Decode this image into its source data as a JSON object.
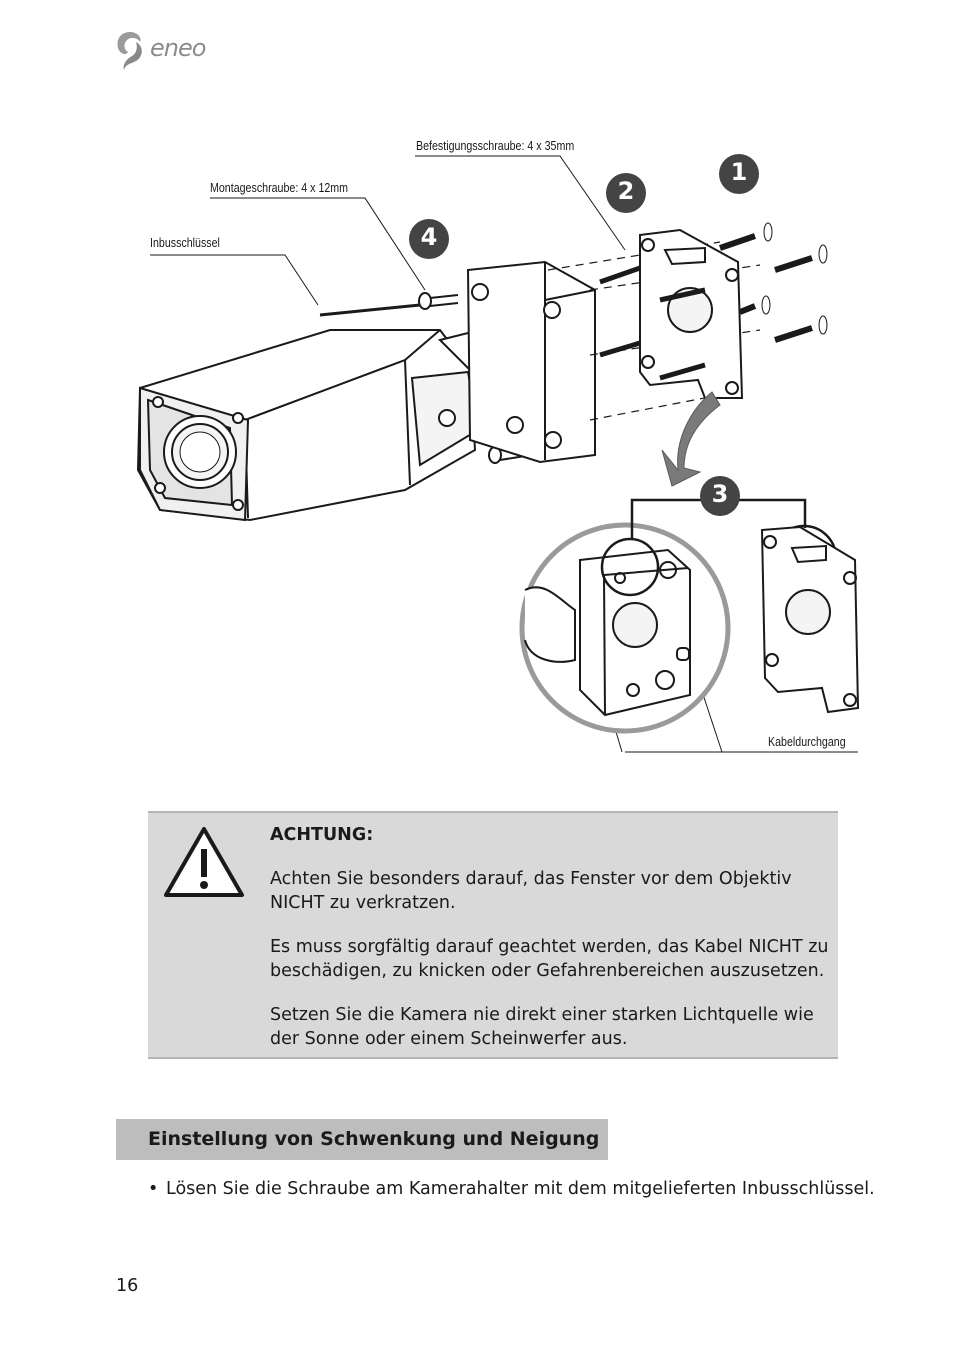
{
  "header": {
    "logo_text": "eneo"
  },
  "figure": {
    "labels": {
      "befestigung": "Befestigungsschraube: 4 x 35mm",
      "montage": "Montageschraube: 4 x 12mm",
      "inbus": "Inbusschlüssel",
      "kabel": "Kabeldurchgang"
    },
    "steps": [
      "1",
      "2",
      "3",
      "4"
    ]
  },
  "warning": {
    "title": "ACHTUNG:",
    "paragraphs": [
      "Achten Sie besonders darauf, das Fenster vor dem Objektiv NICHT zu verkratzen.",
      " Es muss sorgfältig darauf geachtet werden, das Kabel NICHT zu beschädigen, zu knicken oder Gefahrenbereichen auszusetzen.",
      "Setzen Sie die Kamera nie direkt einer starken Lichtquelle wie der Sonne oder einem Scheinwerfer aus."
    ]
  },
  "section": {
    "title": "Einstellung von Schwenkung und Neigung",
    "bullets": [
      "Lösen Sie die Schraube am Kamerahalter mit dem mitgelieferten Inbusschlüssel."
    ]
  },
  "footer": {
    "page_number": "16"
  }
}
